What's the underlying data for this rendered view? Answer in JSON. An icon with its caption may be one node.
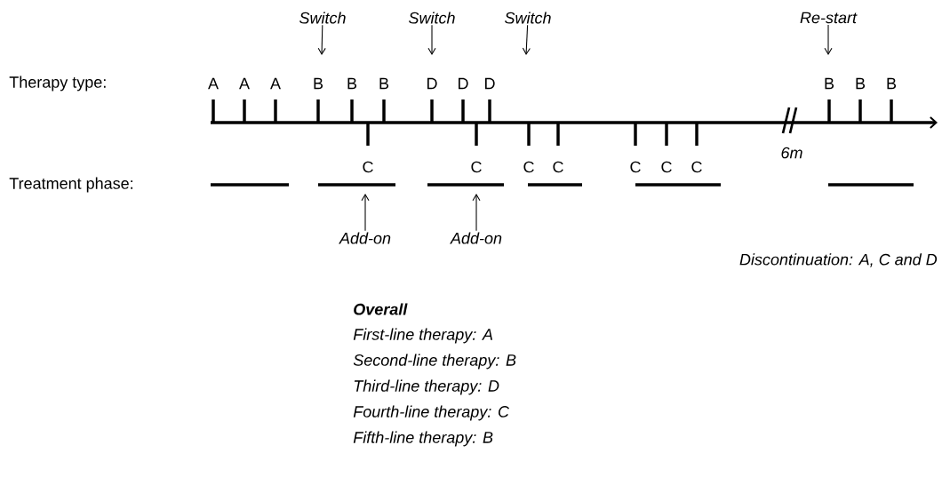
{
  "diagram": {
    "nodes": [
      {
        "text": [
          "Switch"
        ]
      },
      {
        "text": [
          "Switch"
        ]
      },
      {
        "text": [
          "Switch"
        ]
      },
      {
        "text": [
          "Re-start"
        ]
      },
      {
        "text": [
          "Add-on"
        ]
      },
      {
        "text": [
          "Add-on"
        ]
      }
    ],
    "edges": [
      {
        "from": 0,
        "to": null,
        "arrow": "to"
      },
      {
        "from": 1,
        "to": null,
        "arrow": "to"
      },
      {
        "from": 2,
        "to": null,
        "arrow": "to"
      },
      {
        "from": 3,
        "to": null,
        "arrow": "to"
      },
      {
        "from": 4,
        "to": null,
        "arrow": "to"
      },
      {
        "from": 5,
        "to": null,
        "arrow": "to"
      }
    ],
    "labels": [
      "Therapy type:",
      "A",
      "A",
      "A",
      "B",
      "B",
      "B",
      "D",
      "D",
      "D",
      "B",
      "B",
      "B",
      "6m",
      "Treatment phase:",
      "C",
      "C",
      "C",
      "C",
      "C",
      "C",
      "C",
      "Discontinuation: A, C and D",
      "Overall",
      "First-line therapy: A",
      "Second-line therapy: B",
      "Third-line therapy: D",
      "Fourth-line therapy: C",
      "Fifth-line therapy: B"
    ]
  }
}
